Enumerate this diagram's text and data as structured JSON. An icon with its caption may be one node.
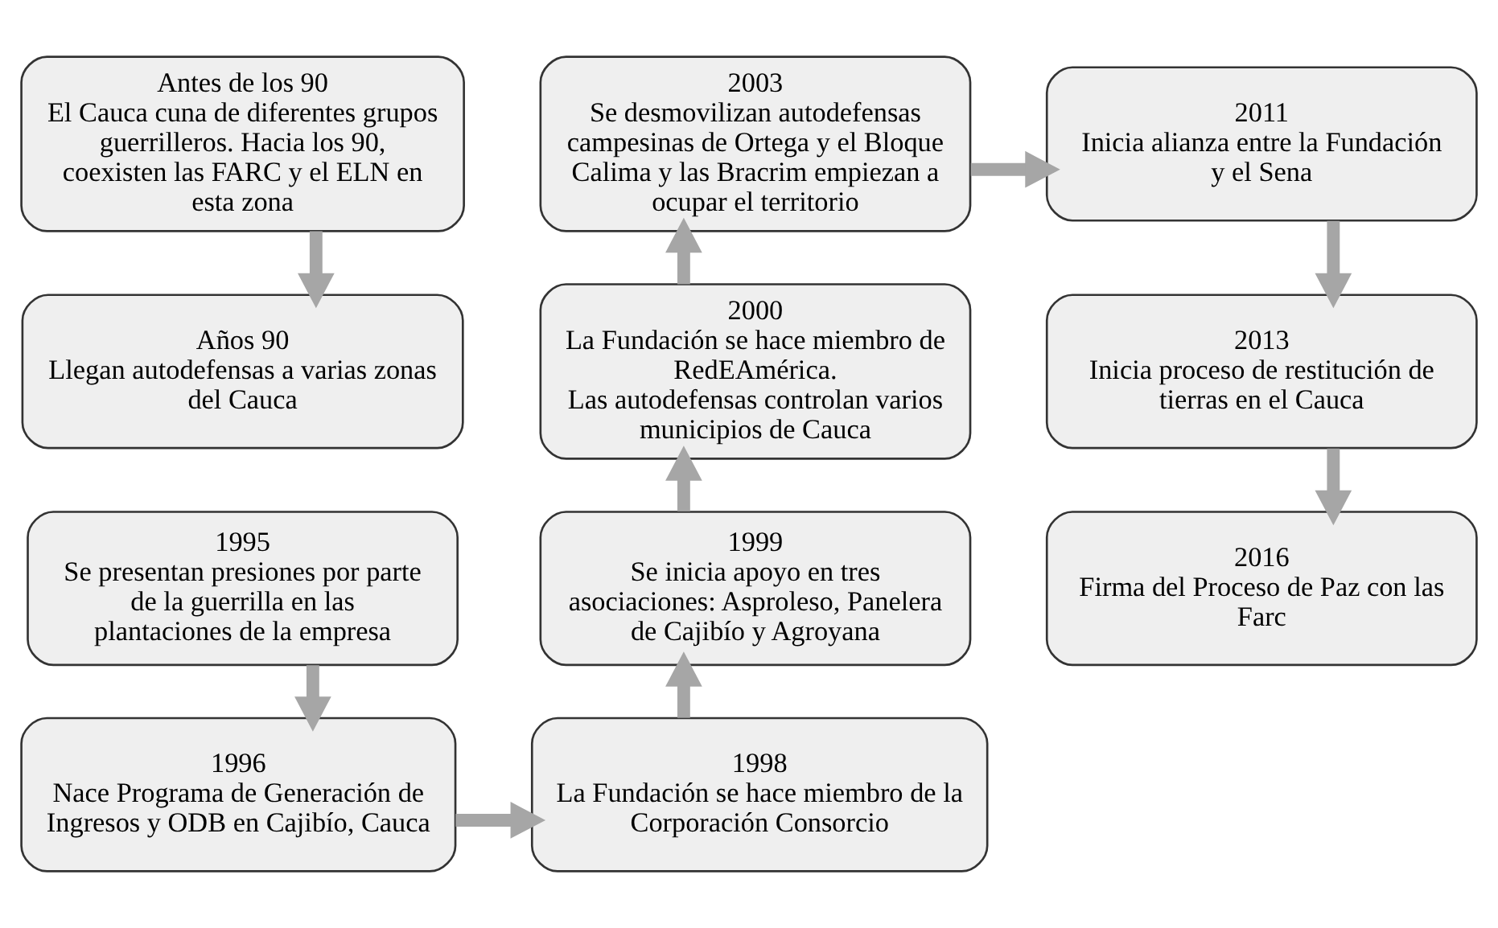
{
  "diagram": {
    "nodes": [
      {
        "text": [
          "Antes de los 90",
          "El Cauca cuna de diferentes grupos guerrilleros. Hacia los 90, coexisten las FARC y el ELN en esta zona"
        ]
      },
      {
        "text": [
          "Años 90",
          "Llegan autodefensas a varias zonas del Cauca"
        ]
      },
      {
        "text": [
          "1995",
          "Se presentan presiones por parte de la guerrilla en las plantaciones de la empresa"
        ]
      },
      {
        "text": [
          "1996",
          "Nace Programa de Generación de Ingresos y ODB en Cajibío, Cauca"
        ]
      },
      {
        "text": [
          "1998",
          "La Fundación se hace miembro de la Corporación Consorcio"
        ]
      },
      {
        "text": [
          "1999",
          "Se inicia apoyo en tres asociaciones: Asproleso, Panelera de Cajibío y Agroyana"
        ]
      },
      {
        "text": [
          "2000",
          "La Fundación se hace miembro de RedEAmérica.",
          "Las autodefensas controlan varios municipios de Cauca"
        ]
      },
      {
        "text": [
          "2003",
          "Se desmovilizan autodefensas campesinas de Ortega y el Bloque Calima y las Bracrim empiezan a ocupar el territorio"
        ]
      },
      {
        "text": [
          "2011",
          "Inicia alianza entre la Fundación y el Sena"
        ]
      },
      {
        "text": [
          "2013",
          "Inicia proceso de restitución de tierras en el Cauca"
        ]
      },
      {
        "text": [
          "2016",
          "Firma del Proceso de Paz con las Farc"
        ]
      }
    ],
    "edges": [
      {
        "from": 0,
        "to": 1,
        "arrow": "to"
      },
      {
        "from": 2,
        "to": 3,
        "arrow": "to"
      },
      {
        "from": 3,
        "to": 4,
        "arrow": "to"
      },
      {
        "from": 4,
        "to": 5,
        "arrow": "to"
      },
      {
        "from": 5,
        "to": 6,
        "arrow": "to"
      },
      {
        "from": 6,
        "to": 7,
        "arrow": "to"
      },
      {
        "from": 7,
        "to": 8,
        "arrow": "to"
      },
      {
        "from": 8,
        "to": 9,
        "arrow": "to"
      },
      {
        "from": 9,
        "to": 10,
        "arrow": "to"
      }
    ]
  }
}
